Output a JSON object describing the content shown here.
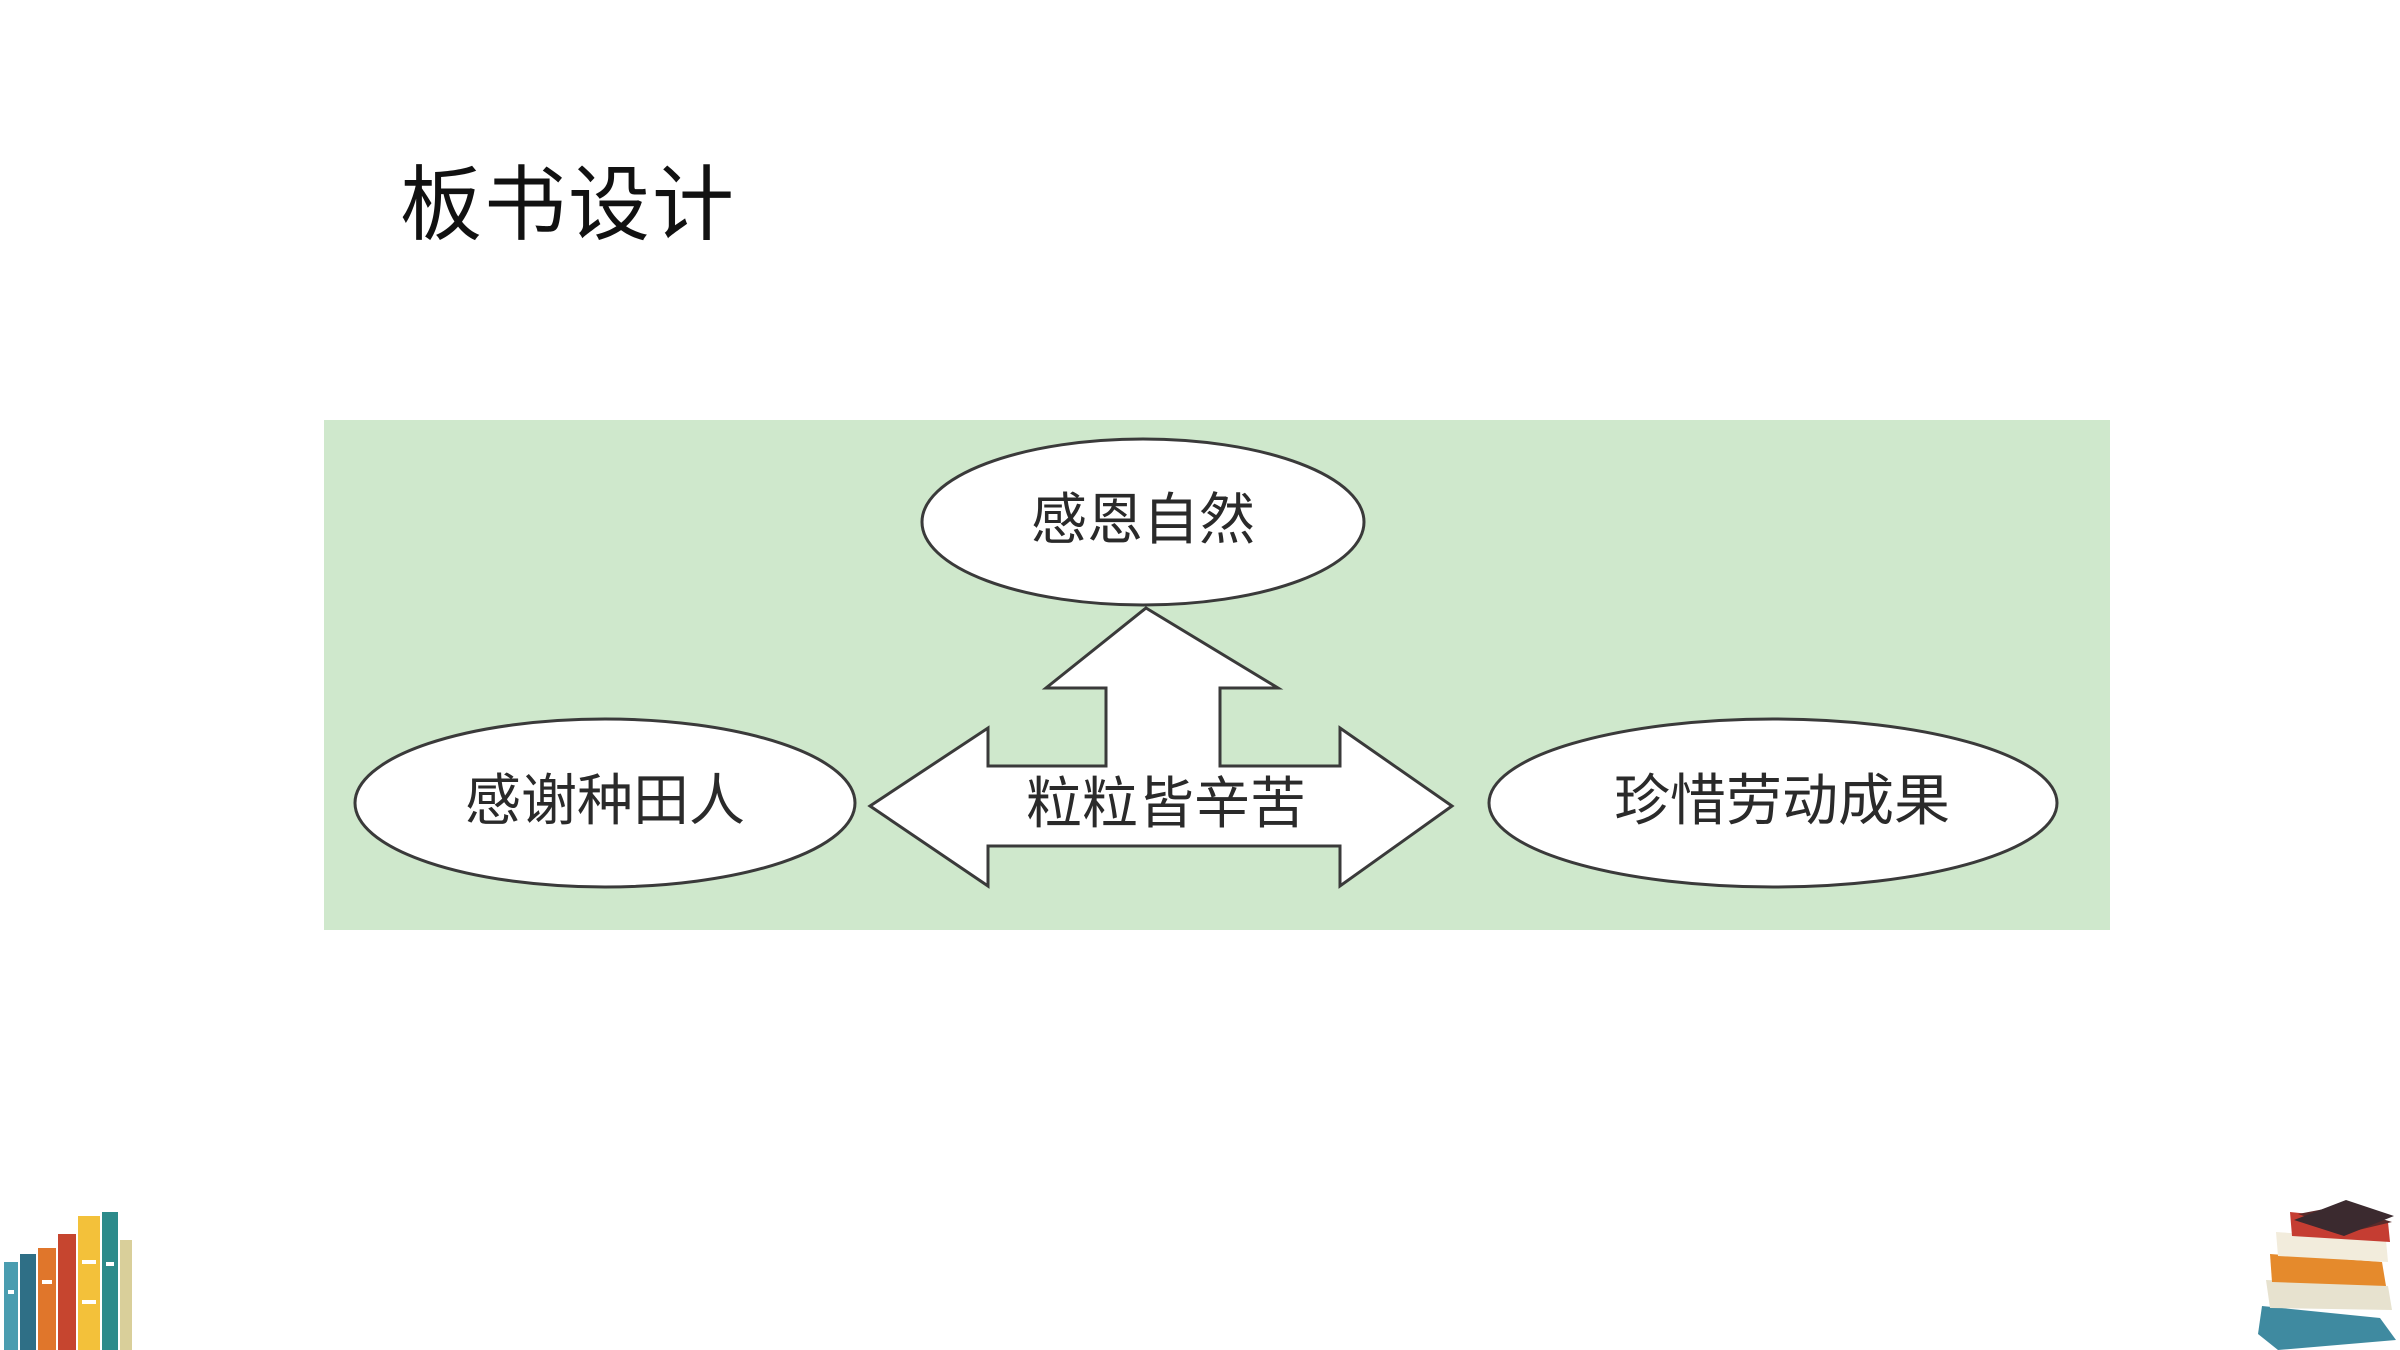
{
  "slide": {
    "title": "板书设计"
  },
  "diagram": {
    "background_color": "#cfe8cc",
    "center": {
      "label": "粒粒皆辛苦"
    },
    "top": {
      "label": "感恩自然"
    },
    "left": {
      "label": "感谢种田人"
    },
    "right": {
      "label": "珍惜劳动成果"
    }
  },
  "decorations": {
    "left": "books-upright-icon",
    "right": "books-stack-icon"
  }
}
